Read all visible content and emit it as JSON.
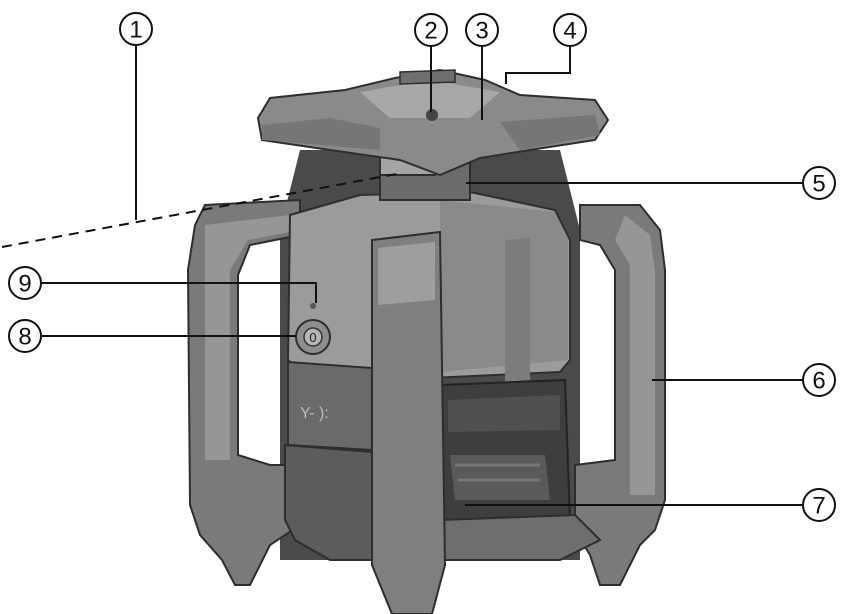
{
  "callouts": [
    {
      "id": "1",
      "label": "1"
    },
    {
      "id": "2",
      "label": "2"
    },
    {
      "id": "3",
      "label": "3"
    },
    {
      "id": "4",
      "label": "4"
    },
    {
      "id": "5",
      "label": "5"
    },
    {
      "id": "6",
      "label": "6"
    },
    {
      "id": "7",
      "label": "7"
    },
    {
      "id": "8",
      "label": "8"
    },
    {
      "id": "9",
      "label": "9"
    }
  ],
  "device_markings": {
    "power_symbol": "0",
    "side_mark": "Y- ):"
  },
  "colors": {
    "body_light": "#9a9a9a",
    "body_mid": "#7d7d7d",
    "body_dark": "#5e5e5e",
    "shadow": "#3a3a3a",
    "line": "#111111"
  }
}
